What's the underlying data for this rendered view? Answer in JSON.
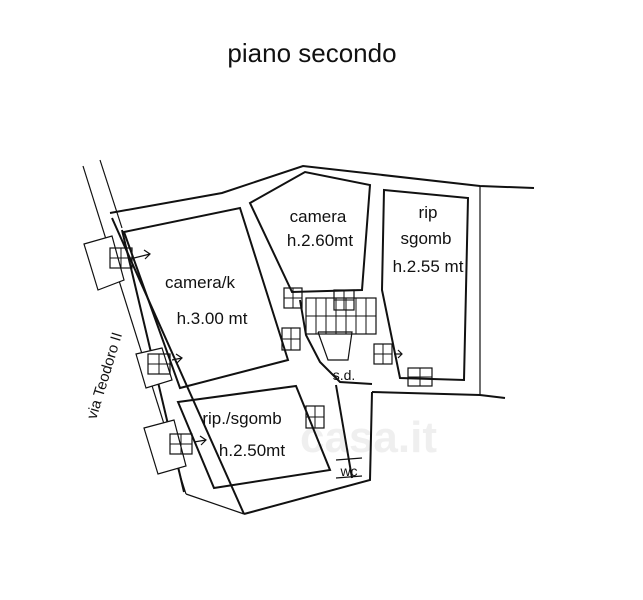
{
  "title": "piano secondo",
  "street": "via Teodoro II",
  "watermark": "casa.it",
  "rooms": [
    {
      "id": "camera-k",
      "name": "camera/k",
      "height": "h.3.00 mt"
    },
    {
      "id": "camera",
      "name": "camera",
      "height": "h.2.60mt"
    },
    {
      "id": "rip-sgomb-right",
      "name": "rip\nsgomb",
      "height": "h.2.55 mt"
    },
    {
      "id": "rip-sgomb-bottom",
      "name": "rip./sgomb",
      "height": "h.2.50mt"
    }
  ],
  "labels": {
    "sd": "s.d.",
    "wc": "wc"
  }
}
